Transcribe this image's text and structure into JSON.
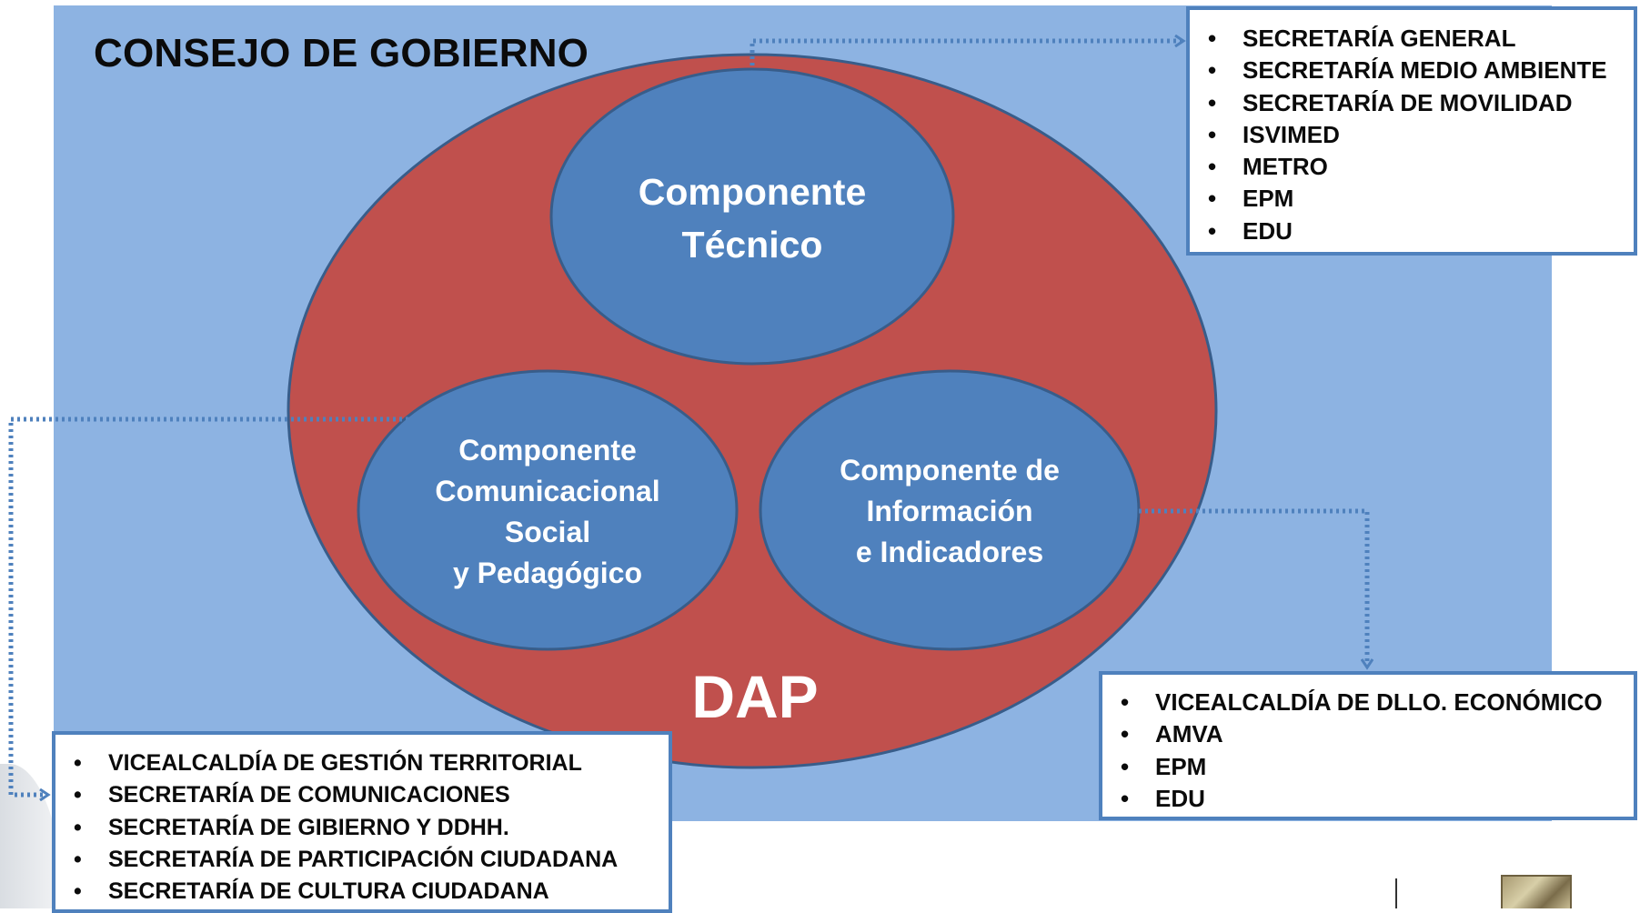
{
  "diagram": {
    "title": "CONSEJO DE GOBIERNO",
    "center_label": "DAP",
    "components": [
      {
        "id": "tecnico",
        "lines": [
          "Componente",
          "Técnico"
        ]
      },
      {
        "id": "comunicacional",
        "lines": [
          "Componente",
          "Comunicacional",
          "Social",
          "y Pedagógico"
        ]
      },
      {
        "id": "informacion",
        "lines": [
          "Componente de",
          "Información",
          "e Indicadores"
        ]
      }
    ],
    "lists": {
      "tecnico": [
        "SECRETARÍA GENERAL",
        "SECRETARÍA MEDIO AMBIENTE",
        "SECRETARÍA DE MOVILIDAD",
        "ISVIMED",
        "METRO",
        "EPM",
        "EDU"
      ],
      "informacion": [
        "VICEALCALDÍA DE  DLLO. ECONÓMICO",
        "AMVA",
        "EPM",
        "EDU"
      ],
      "comunicacional": [
        "VICEALCALDÍA DE GESTIÓN TERRITORIAL",
        "SECRETARÍA DE COMUNICACIONES",
        "SECRETARÍA DE GIBIERNO Y DDHH.",
        "SECRETARÍA DE PARTICIPACIÓN CIUDADANA",
        "SECRETARÍA DE CULTURA CIUDADANA"
      ]
    },
    "colors": {
      "panel": "#8db3e2",
      "outer_ellipse": "#c0504d",
      "inner_circles": "#4f81bd",
      "circle_stroke": "#385d8a",
      "connector": "#4f81bd",
      "text_dark": "#0b0b0b",
      "text_light": "#ffffff"
    }
  }
}
